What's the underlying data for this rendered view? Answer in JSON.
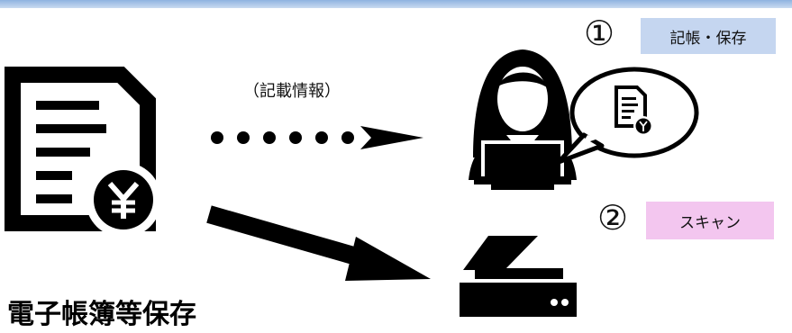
{
  "steps": [
    {
      "number": "①",
      "label": "記帳・保存",
      "color": "#c5d6f0"
    },
    {
      "number": "②",
      "label": "スキャン",
      "color": "#f3c6ef"
    }
  ],
  "arrow_caption": "（記載情報）",
  "footer_title": "電子帳簿等保存",
  "icons": {
    "source_document": "receipt-yen-icon",
    "bubble_document": "receipt-yen-icon",
    "person": "person-at-laptop-icon",
    "device": "scanner-icon"
  },
  "colors": {
    "accent_rule": "#8fb3e0"
  }
}
